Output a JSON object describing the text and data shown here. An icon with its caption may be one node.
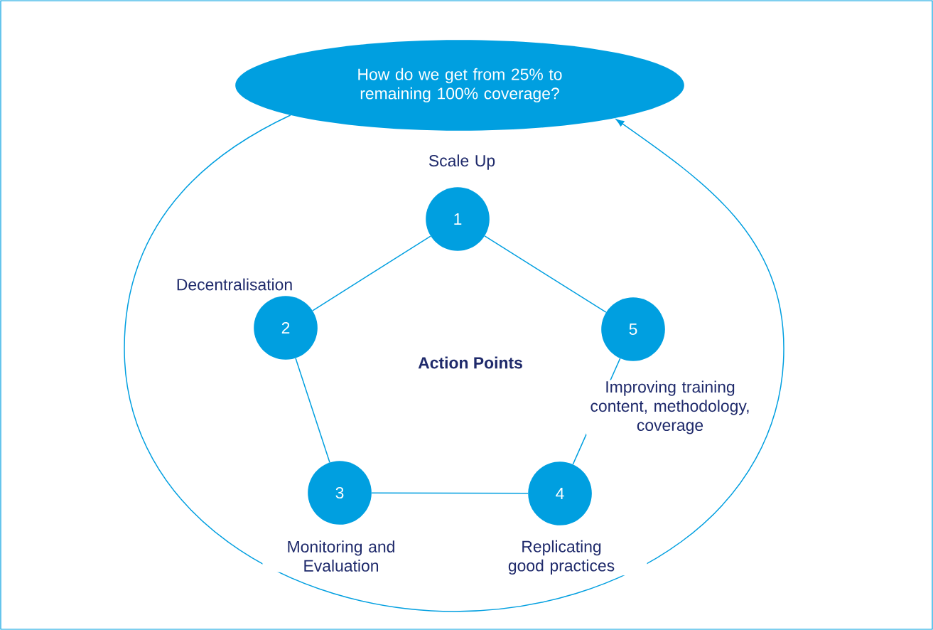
{
  "diagram": {
    "nodes": [
      {
        "text": [
          "How do we get from 25% to remaining 100% coverage?"
        ]
      },
      {
        "text": [
          "1"
        ],
        "beside": [
          "Scale Up"
        ]
      },
      {
        "text": [
          "2"
        ],
        "beside": [
          "Decentralisation"
        ]
      },
      {
        "text": [
          "3"
        ],
        "beside": [
          "Monitoring and Evaluation"
        ]
      },
      {
        "text": [
          "4"
        ],
        "beside": [
          "Replicating good practices"
        ]
      },
      {
        "text": [
          "5"
        ],
        "beside": [
          "Improving training content, methodology, coverage"
        ]
      }
    ],
    "edges": [
      {
        "from": 1,
        "to": 2,
        "arrow": "none"
      },
      {
        "from": 2,
        "to": 3,
        "arrow": "none"
      },
      {
        "from": 3,
        "to": 4,
        "arrow": "none"
      },
      {
        "from": 4,
        "to": 5,
        "arrow": "none"
      },
      {
        "from": 5,
        "to": 1,
        "arrow": "none"
      },
      {
        "from": 0,
        "to": 0,
        "arrow": "to"
      }
    ],
    "labels": [
      "Action Points"
    ]
  }
}
